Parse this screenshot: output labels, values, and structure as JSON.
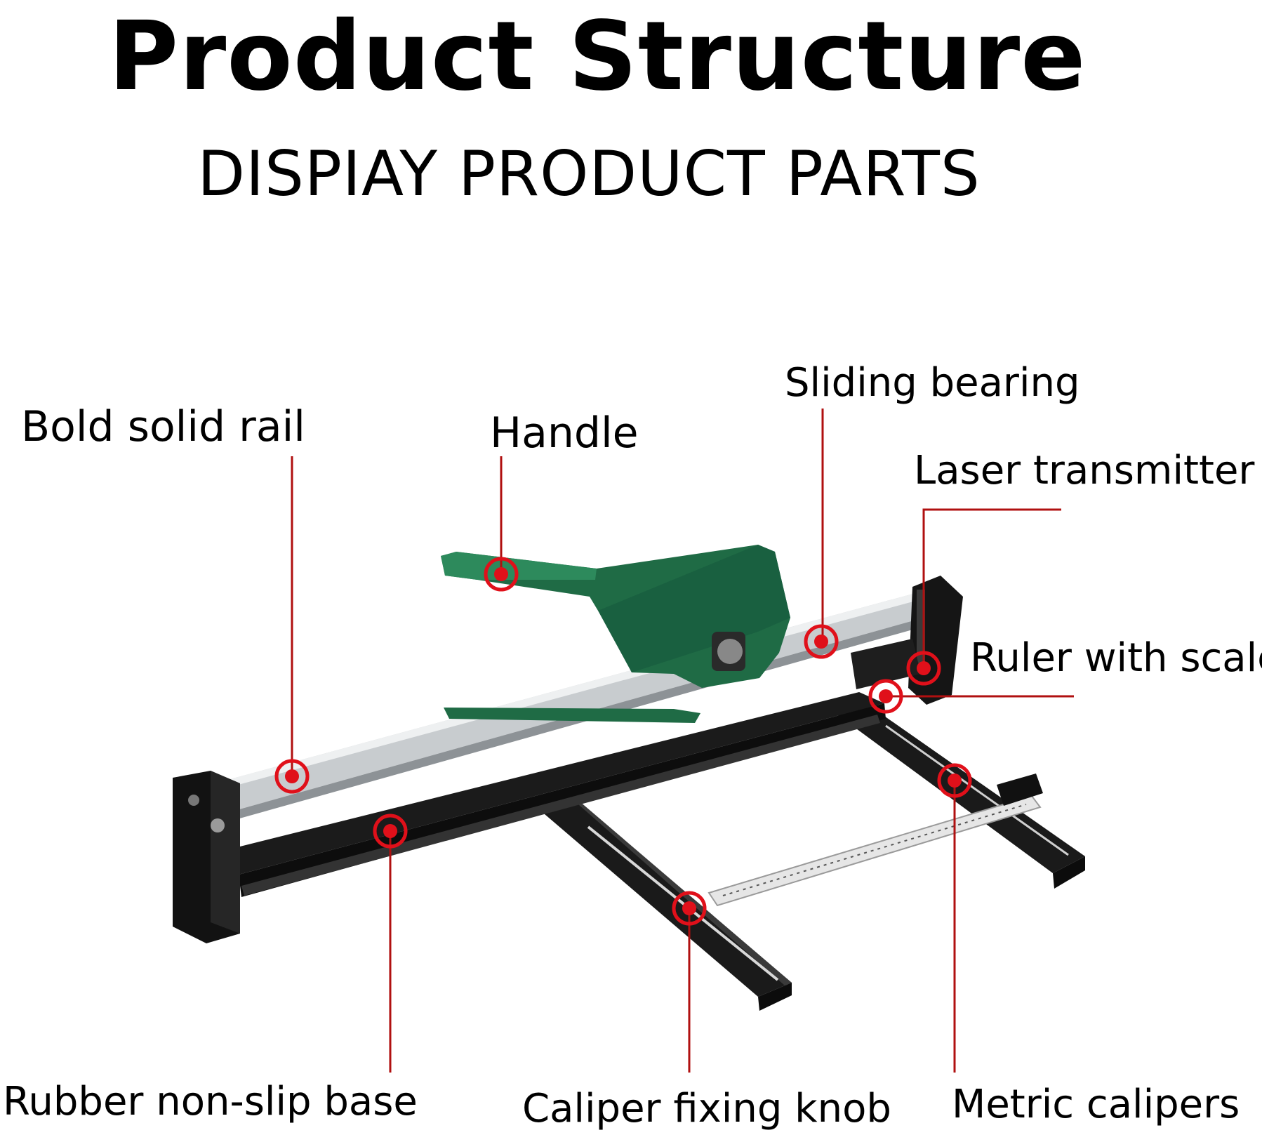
{
  "title": "Product Structure",
  "subtitle": "DISPIAY PRODUCT PARTS",
  "colors": {
    "leader_line": "#b01010",
    "marker": "#e0101a",
    "handle_green": "#1f6b45",
    "rail_silver": "#c8cccf",
    "base_black": "#161616"
  },
  "parts": [
    {
      "id": "rail",
      "label": "Bold solid rail"
    },
    {
      "id": "handle",
      "label": "Handle"
    },
    {
      "id": "bearing",
      "label": "Sliding bearing"
    },
    {
      "id": "laser",
      "label": "Laser transmitter"
    },
    {
      "id": "ruler",
      "label": "Ruler with scale"
    },
    {
      "id": "base",
      "label": "Rubber non-slip base"
    },
    {
      "id": "knob",
      "label": "Caliper fixing knob"
    },
    {
      "id": "calipers",
      "label": "Metric calipers"
    }
  ]
}
